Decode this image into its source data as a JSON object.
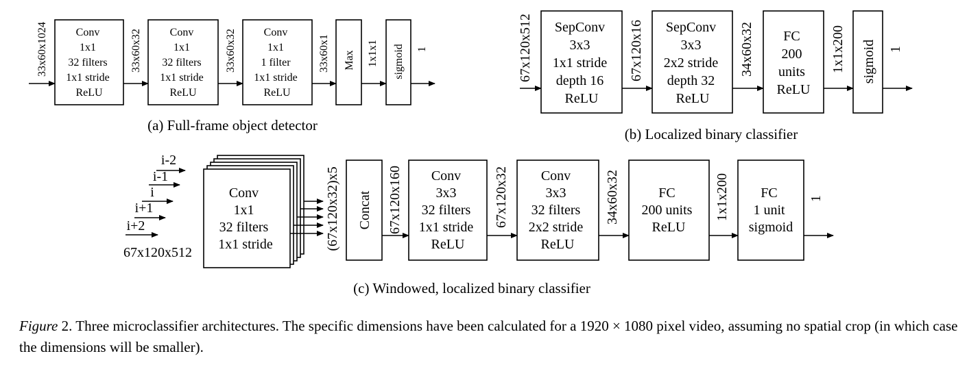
{
  "panel_a": {
    "caption": "(a) Full-frame object detector",
    "dims": [
      "33x60x1024",
      "33x60x32",
      "33x60x32",
      "33x60x1",
      "1x1x1",
      "1"
    ],
    "box1": [
      "Conv",
      "1x1",
      "32 filters",
      "1x1 stride",
      "ReLU"
    ],
    "box2": [
      "Conv",
      "1x1",
      "32 filters",
      "1x1 stride",
      "ReLU"
    ],
    "box3": [
      "Conv",
      "1x1",
      "1 filter",
      "1x1 stride",
      "ReLU"
    ],
    "box4": "Max",
    "box5": "sigmoid"
  },
  "panel_b": {
    "caption": "(b) Localized binary classifier",
    "dims": [
      "67x120x512",
      "67x120x16",
      "34x60x32",
      "1x1x200",
      "1"
    ],
    "box1": [
      "SepConv",
      "3x3",
      "1x1 stride",
      "depth 16",
      "ReLU"
    ],
    "box2": [
      "SepConv",
      "3x3",
      "2x2 stride",
      "depth 32",
      "ReLU"
    ],
    "box3": [
      "FC",
      "200",
      "units",
      "ReLU"
    ],
    "box4": "sigmoid"
  },
  "panel_c": {
    "caption": "(c) Windowed, localized binary classifier",
    "inputs": [
      "i-2",
      "i-1",
      "i",
      "i+1",
      "i+2"
    ],
    "input_dim": "67x120x512",
    "dims": [
      "(67x120x32)x5",
      "67x120x160",
      "67x120x32",
      "34x60x32",
      "1x1x200",
      "1"
    ],
    "stack": [
      "Conv",
      "1x1",
      "32 filters",
      "1x1 stride"
    ],
    "concat": "Concat",
    "box1": [
      "Conv",
      "3x3",
      "32 filters",
      "1x1 stride",
      "ReLU"
    ],
    "box2": [
      "Conv",
      "3x3",
      "32 filters",
      "2x2 stride",
      "ReLU"
    ],
    "box3": [
      "FC",
      "200 units",
      "ReLU"
    ],
    "box4": [
      "FC",
      "1 unit",
      "sigmoid"
    ]
  },
  "figure_caption": {
    "label": "Figure",
    "text": " 2. Three microclassifier architectures. The specific dimensions have been calculated for a 1920 × 1080 pixel video, assuming no spatial crop (in which case the dimensions will be smaller)."
  }
}
